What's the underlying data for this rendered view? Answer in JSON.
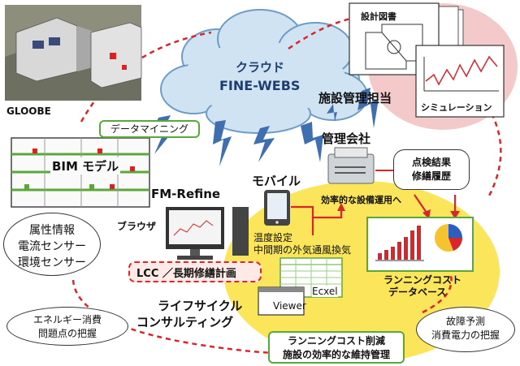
{
  "cloud": {
    "line1": "クラウド",
    "line2": "FINE-WEBS"
  },
  "gloobe": {
    "label": "GLOOBE"
  },
  "bim": {
    "label": "BIM モデル",
    "datamining": "データマイニング"
  },
  "fm": {
    "title": "FM-Refine",
    "browser": "ブラウザ"
  },
  "mobile": {
    "label": "モバイル",
    "arrow_label": "効率的な設備運用へ",
    "temp1": "温度設定",
    "temp2": "中間期の外気通風換気"
  },
  "facility": {
    "label": "施設管理担当",
    "drawing": "設計図書",
    "simulation": "シミュレーション"
  },
  "mgmt": {
    "label": "管理会社",
    "check1": "点検結果",
    "check2": "修繕履歴"
  },
  "attr": {
    "line1": "属性情報",
    "line2": "電流センサー",
    "line3": "環境センサー"
  },
  "lcc": {
    "label": "LCC ／長期修繕計画"
  },
  "software": {
    "excel": "Ecxel",
    "viewer": "Viewer"
  },
  "lifecycle": {
    "line1": "ライフサイクル",
    "line2": "コンサルティング"
  },
  "energy": {
    "line1": "エネルギー消費",
    "line2": "問題点の把握"
  },
  "runcost_db": {
    "line1": "ランニングコスト",
    "line2": "データベース"
  },
  "runcost_reduce": {
    "line1": "ランニングコスト削減",
    "line2": "施設の効率的な維持管理"
  },
  "failure": {
    "line1": "故障予測",
    "line2": "消費電力の把握"
  },
  "colors": {
    "accent_green": "#5aa83a",
    "dashed_red": "#d9262b",
    "cloud_blue": "#cfe3f3",
    "yellow": "#fbe55a",
    "pink": "#f4c9ca",
    "bolt_blue": "#3f6fb0"
  }
}
